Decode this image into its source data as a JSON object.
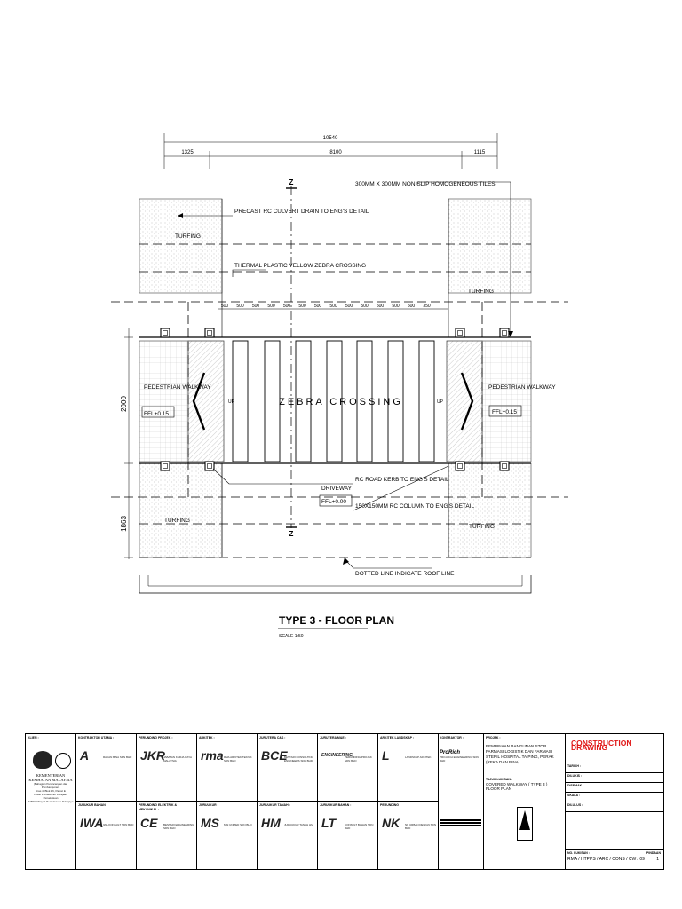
{
  "drawing": {
    "title": "TYPE 3 - FLOOR PLAN",
    "scale": "SCALE 1:50",
    "dimensions": {
      "overall": "10540",
      "left": "1325",
      "center": "8100",
      "right": "1115",
      "height_main": "2000",
      "height_lower": "1863",
      "stripe_width": "500",
      "stripe_end": "350"
    },
    "section_markers": [
      "Z",
      "Z"
    ],
    "labels": {
      "tiles": "300MM X 300MM NON SLIP HOMOGENEOUS TILES",
      "culvert": "PRECAST RC CULVERT DRAIN TO ENG'S DETAIL",
      "thermoplastic": "THERMAL PLASTIC YELLOW ZEBRA CROSSING",
      "turfing": "TURFING",
      "zebra": "ZEBRA CROSSING",
      "walkway": "PEDESTRIAN WALKWAY",
      "walkway_ffl": "FFL+0.15",
      "kerb": "RC ROAD KERB TO ENG'S DETAIL",
      "column": "150X150MM RC COLUMN TO ENG'S DETAIL",
      "driveway": "DRIVEWAY",
      "driveway_ffl": "FFL+0.00",
      "roofline": "DOTTED LINE INDICATE ROOF LINE",
      "up": "UP"
    }
  },
  "title_block": {
    "client": {
      "header": "KLIEN :",
      "name": "KEMENTERIAN KESIHATAN MALAYSIA",
      "sub": "(Bahagian Perancangan dan Pembangunan)",
      "lines": [
        "Aras 4, Blok E6, Parcel E",
        "Pusat Pentadbiran Kerajaan Persekutuan",
        "62590 Wilayah Persekutuan Putrajaya"
      ]
    },
    "consultants_top": [
      {
        "header": "KONTRAKTOR UTAMA :",
        "logo": "A",
        "company": "RAKAN BINA SDN BHD"
      },
      {
        "header": "PERUNDING PROJEK :",
        "logo": "JKR",
        "company": "JABATAN KERJA RAYA MALAYSIA"
      },
      {
        "header": "ARKITEK :",
        "logo": "rma",
        "company": "RMA ARKITEK TEKNIK SDN BHD"
      },
      {
        "header": "JURUTERA C&S :",
        "logo": "BCE",
        "company": "BESTARI CONSULTING ENGINEERS SDN BHD"
      },
      {
        "header": "JURUTERA M&E :",
        "logo": "ENGINEERING",
        "company": "PERUNDING PROJEK SDN BHD"
      },
      {
        "header": "ARKITEK LANDSKAP :",
        "logo": "L",
        "company": "LANDSKAP ARKITEK"
      }
    ],
    "consultants_bottom": [
      {
        "header": "JURUKUR BAHAN :",
        "logo": "IWA",
        "company": "IWA KONSULT SDN BHD"
      },
      {
        "header": "PERUNDING ELEKTRIK & MEKANIKAL :",
        "logo": "CE",
        "company": "BESTARI ENGINEERING SDN BHD"
      },
      {
        "header": "JURUUKUR :",
        "logo": "MS",
        "company": "MSI UNITED SDN BHD"
      },
      {
        "header": "JURUUKUR TANAH :",
        "logo": "HM",
        "company": "JURUUKUR TANAH HM"
      },
      {
        "header": "JURUUKUR BAHAN :",
        "logo": "LT",
        "company": "CONSULT BAHAN SDN BHD"
      },
      {
        "header": "PERUNDING :",
        "logo": "NK",
        "company": "NK URBAN DESIGN SDN BHD"
      }
    ],
    "contractor": {
      "header": "KONTRAKTOR :",
      "logo": "ProRich",
      "company": "PRO-RICH ENGINEERING SDN BHD"
    },
    "project": {
      "header": "PROJEK :",
      "text": "PEMBINAAN BANGUNAN STOR FARMASI LOGISTIK DAN FARMASI STERIL HOSPITAL TAIPING, PERAK (REKA DAN BINA)"
    },
    "drawing_title": {
      "header": "TAJUK LUKISAN :",
      "lines": [
        "COVERED WALKWAY ( TYPE 3 )",
        "FLOOR PLAN"
      ]
    },
    "status": "CONSTRUCTION DRAWING",
    "drawing_no_header": "NO. LUKISAN :",
    "drawing_no": "RMA / HTPPS / ARC / CONS / CW / 09",
    "revision_header": "PINDAAN",
    "revision": "1",
    "fields": [
      "TARIKH :",
      "DILUKIS :",
      "DISEMAK :",
      "SKALA :",
      "DILULUS :"
    ]
  }
}
